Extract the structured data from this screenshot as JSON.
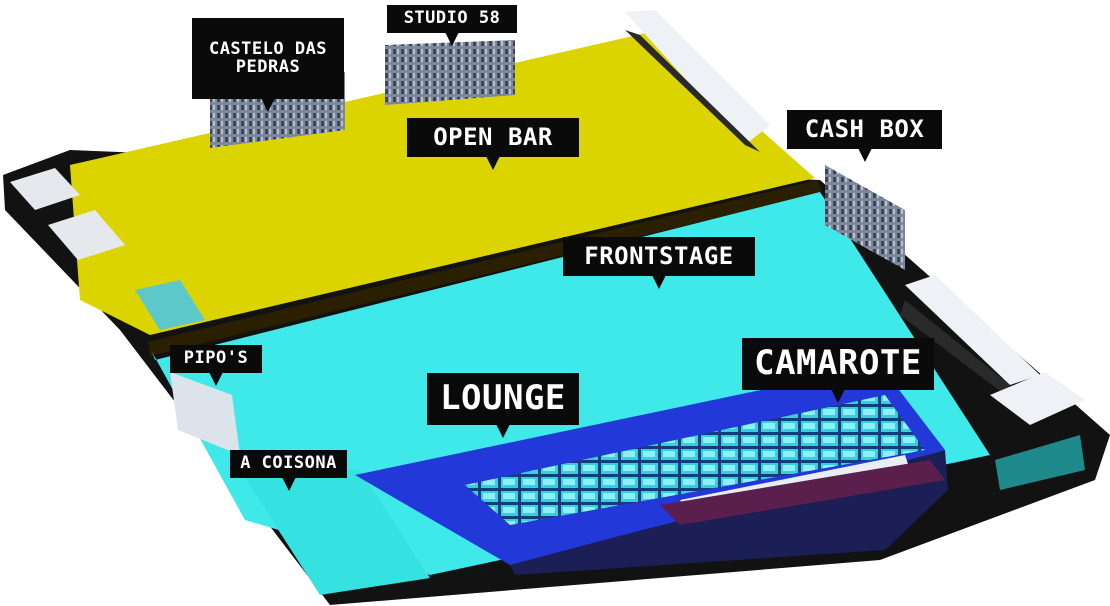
{
  "map": {
    "labels": {
      "castelo": "CASTELO DAS\nPEDRAS",
      "studio58": "STUDIO 58",
      "open_bar": "OPEN BAR",
      "cash_box": "CASH BOX",
      "frontstage": "FRONTSTAGE",
      "pipos": "PIPO'S",
      "camarote": "CAMAROTE",
      "lounge": "LOUNGE",
      "a_coisona": "A COISONA"
    },
    "colors": {
      "open_bar_zone": "#dcd400",
      "frontstage_zone": "#3fe9ea",
      "lounge_zone": "#2338d8",
      "camarote_seats": "#2fd2df",
      "structure": "#1f1f1f",
      "buildings": "#8a94a6"
    }
  }
}
